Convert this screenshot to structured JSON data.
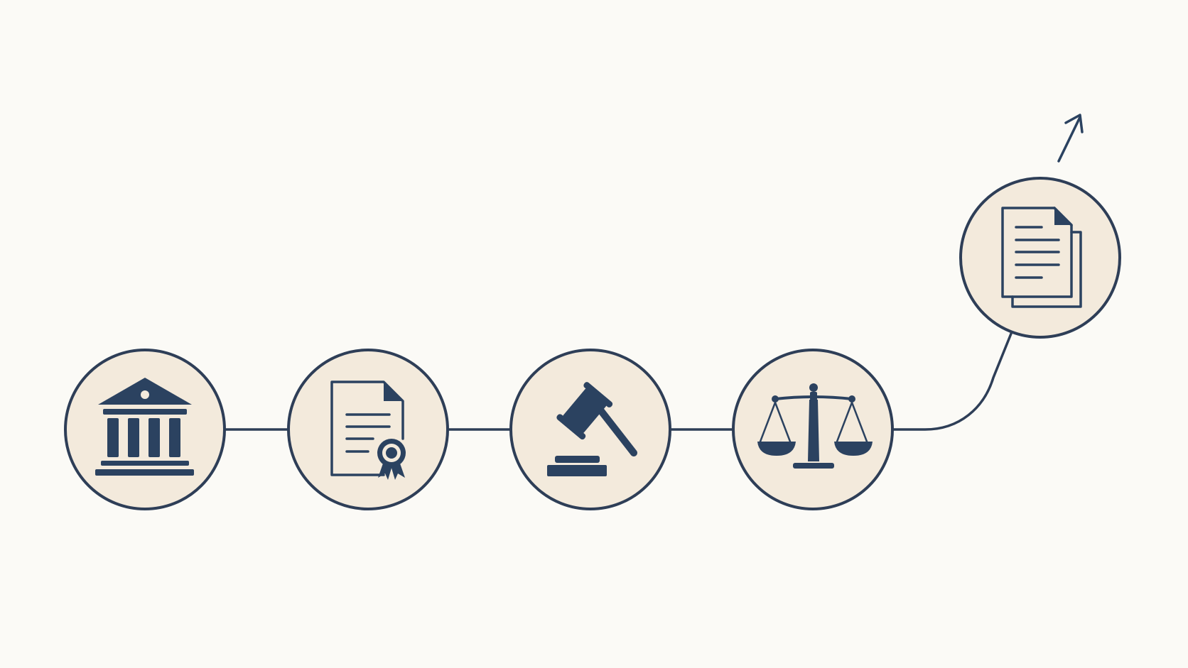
{
  "diagram": {
    "type": "process-flow",
    "colors": {
      "background": "#fbfaf6",
      "node_fill": "#f3eadc",
      "ink": "#2b4260",
      "outline": "#2e3e57"
    },
    "nodes": [
      {
        "icon": "institution-building-icon",
        "shape": "circle"
      },
      {
        "icon": "certificate-document-icon",
        "shape": "circle"
      },
      {
        "icon": "gavel-icon",
        "shape": "circle"
      },
      {
        "icon": "scales-of-justice-icon",
        "shape": "circle"
      },
      {
        "icon": "stacked-documents-icon",
        "shape": "circle"
      }
    ],
    "edges": [
      {
        "from": 0,
        "to": 1,
        "style": "straight"
      },
      {
        "from": 1,
        "to": 2,
        "style": "straight"
      },
      {
        "from": 2,
        "to": 3,
        "style": "straight"
      },
      {
        "from": 3,
        "to": 4,
        "style": "curved-upward"
      }
    ],
    "exit_arrow": {
      "direction": "up-right",
      "icon": "arrow-up-right-icon"
    }
  }
}
